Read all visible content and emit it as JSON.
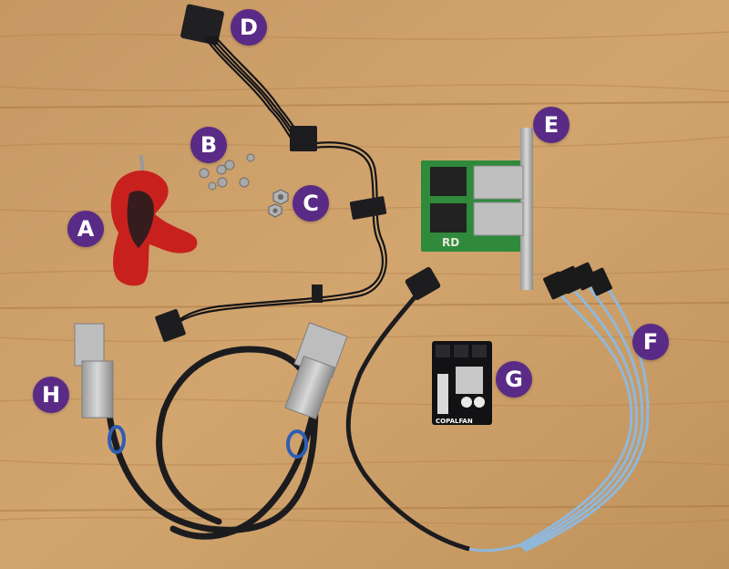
{
  "labels": {
    "a": "A",
    "b": "B",
    "c": "C",
    "d": "D",
    "e": "E",
    "f": "F",
    "g": "G",
    "h": "H"
  },
  "printed_text": {
    "fan_controller_brand": "COPALFAN",
    "pcb_logo": "RD"
  },
  "colors": {
    "badge": "#5a2b86",
    "wood": "#c99b63",
    "pcb": "#2f8a3b",
    "cable": "#1c1c1e",
    "sata_blue": "#8fb8dc",
    "handle_red": "#c8201d"
  },
  "icons": [
    "t-handle-hex-key",
    "screws",
    "nuts",
    "molex-to-sata-power-cable",
    "pcie-bracket-adapter",
    "sata-breakout-cable",
    "fan-controller",
    "external-sas-cable"
  ]
}
